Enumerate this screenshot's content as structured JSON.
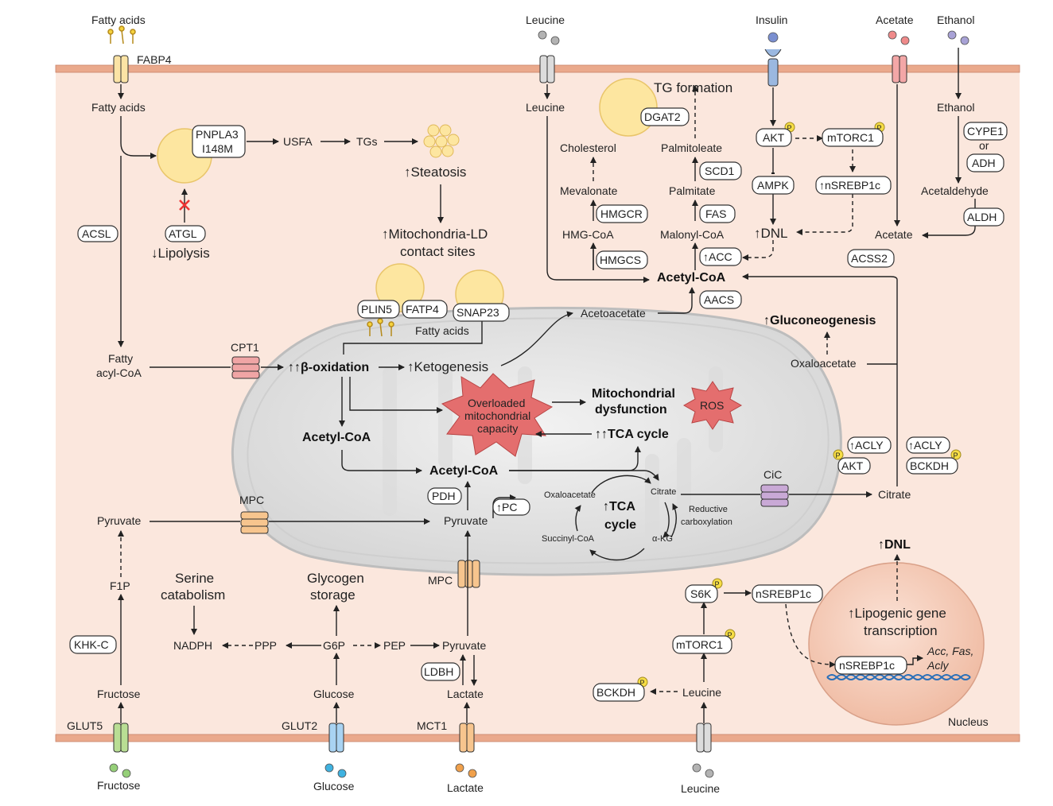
{
  "colors": {
    "cell_fill": "#fbe7dd",
    "membrane": "#e9ab8e",
    "mito_fill": "#e5e5e5",
    "lipid_droplet": "#fde6a0",
    "nucleus": "#f6d2c1",
    "star": "#e46e6e",
    "phospho": "#f6dd45"
  },
  "top": {
    "fatty_acids": "Fatty acids",
    "fabp4": "FABP4",
    "leucine": "Leucine",
    "insulin": "Insulin",
    "acetate": "Acetate",
    "ethanol": "Ethanol"
  },
  "left": {
    "fatty_acids_in": "Fatty acids",
    "pnpla3_1": "PNPLA3",
    "pnpla3_2": "I148M",
    "usfa": "USFA",
    "tgs": "TGs",
    "steatosis": "Steatosis",
    "mito_ld_1": "Mitochondria-LD",
    "mito_ld_2": "contact sites",
    "acsl": "ACSL",
    "atgl": "ATGL",
    "lipolysis": "Lipolysis",
    "fatty_acyl_1": "Fatty",
    "fatty_acyl_2": "acyl-CoA",
    "cpt1": "CPT1",
    "plin5": "PLIN5",
    "fatp4": "FATP4",
    "snap23": "SNAP23",
    "fatty_acids_ld": "Fatty acids"
  },
  "dnl_pathway": {
    "leucine_in": "Leucine",
    "tg_formation": "TG formation",
    "dgat2": "DGAT2",
    "cholesterol": "Cholesterol",
    "palmitoleate": "Palmitoleate",
    "scd1": "SCD1",
    "mevalonate": "Mevalonate",
    "palmitate": "Palmitate",
    "hmgcr": "HMGCR",
    "fas": "FAS",
    "hmg_coa": "HMG-CoA",
    "malonyl_coa": "Malonyl-CoA",
    "hmgcs": "HMGCS",
    "acc": "ACC",
    "acetyl_coa": "Acetyl-CoA",
    "aacs": "AACS",
    "acetoacetate": "Acetoacetate"
  },
  "insulin_path": {
    "akt": "AKT",
    "mtorc1": "mTORC1",
    "ampk": "AMPK",
    "nsrebp1c": "nSREBP1c",
    "dnl": "DNL",
    "p": "P"
  },
  "ethanol_path": {
    "ethanol": "Ethanol",
    "cype1": "CYPE1",
    "or": "or",
    "adh": "ADH",
    "acetaldehyde": "Acetaldehyde",
    "aldh": "ALDH",
    "acetate": "Acetate",
    "acss2": "ACSS2"
  },
  "mito": {
    "beta_ox": "β-oxidation",
    "ketogenesis": "Ketogenesis",
    "overloaded_1": "Overloaded",
    "overloaded_2": "mitochondrial",
    "overloaded_3": "capacity",
    "dysfunction_1": "Mitochondrial",
    "dysfunction_2": "dysfunction",
    "ros": "ROS",
    "tca_up": "TCA cycle",
    "acetyl_coa_left": "Acetyl-CoA",
    "acetyl_coa_center": "Acetyl-CoA",
    "pdh": "PDH",
    "pc": "PC",
    "pyruvate": "Pyruvate",
    "tca_1": "TCA",
    "tca_2": "cycle",
    "oxaloacetate": "Oxaloacetate",
    "citrate": "Citrate",
    "succinyl": "Succinyl-CoA",
    "akg": "α-KG",
    "reductive_1": "Reductive",
    "reductive_2": "carboxylation",
    "mpc_top": "MPC",
    "mpc_bottom": "MPC",
    "cic": "CiC"
  },
  "right_mid": {
    "gluconeogenesis": "Gluconeogenesis",
    "oxaloacetate": "Oxaloacetate",
    "acly": "ACLY",
    "akt": "AKT",
    "acly2": "ACLY",
    "bckdh": "BCKDH",
    "citrate": "Citrate"
  },
  "bottom": {
    "pyruvate_left": "Pyruvate",
    "f1p": "F1P",
    "khk_c": "KHK-C",
    "fructose_in": "Fructose",
    "glut5": "GLUT5",
    "fructose_out": "Fructose",
    "serine_1": "Serine",
    "serine_2": "catabolism",
    "nadph": "NADPH",
    "ppp": "PPP",
    "glycogen_1": "Glycogen",
    "glycogen_2": "storage",
    "g6p": "G6P",
    "pep": "PEP",
    "pyruvate": "Pyruvate",
    "glucose_in": "Glucose",
    "glut2": "GLUT2",
    "glucose_out": "Glucose",
    "ldbh": "LDBH",
    "lactate_in": "Lactate",
    "mct1": "MCT1",
    "lactate_out": "Lactate",
    "s6k": "S6K",
    "nsrebp1c": "nSREBP1c",
    "mtorc1": "mTORC1",
    "bckdh": "BCKDH",
    "leucine_in": "Leucine",
    "leucine_out": "Leucine"
  },
  "nucleus": {
    "dnl": "DNL",
    "lipogenic_1": "Lipogenic gene",
    "lipogenic_2": "transcription",
    "genes_1": "Acc, Fas,",
    "genes_2": "Acly",
    "nsrebp1c": "nSREBP1c",
    "label": "Nucleus"
  }
}
